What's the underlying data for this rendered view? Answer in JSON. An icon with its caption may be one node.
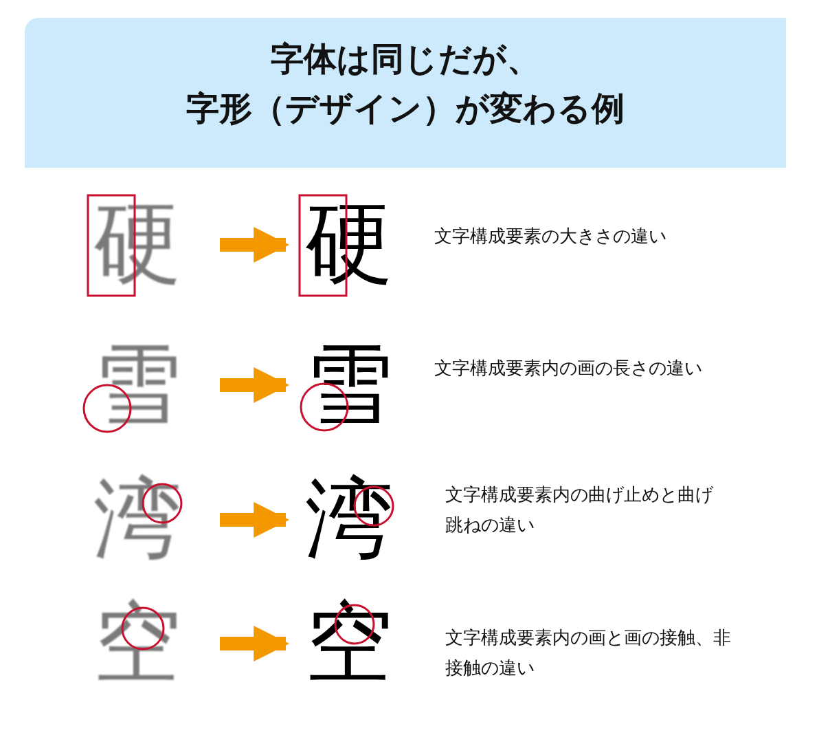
{
  "diagram": {
    "title": "字体は同じだが、字形（デザイン）が変わる例",
    "nodes": [
      {
        "text": [
          "硬"
        ]
      },
      {
        "text": [
          "硬"
        ],
        "beside": [
          "文字構成要素の大きさの違い"
        ]
      },
      {
        "text": [
          "雪"
        ]
      },
      {
        "text": [
          "雪"
        ],
        "beside": [
          "文字構成要素内の画の長さの違い"
        ]
      },
      {
        "text": [
          "湾"
        ]
      },
      {
        "text": [
          "湾"
        ],
        "beside": [
          "文字構成要素内の曲げ止めと曲げ跳ねの違い"
        ]
      },
      {
        "text": [
          "空"
        ]
      },
      {
        "text": [
          "空"
        ],
        "beside": [
          "文字構成要素内の画と画の接触、非接触の違い"
        ]
      }
    ],
    "edges": [
      {
        "from": 0,
        "to": 1,
        "arrow": "to"
      },
      {
        "from": 2,
        "to": 3,
        "arrow": "to"
      },
      {
        "from": 4,
        "to": 5,
        "arrow": "to"
      },
      {
        "from": 6,
        "to": 7,
        "arrow": "to"
      }
    ]
  }
}
